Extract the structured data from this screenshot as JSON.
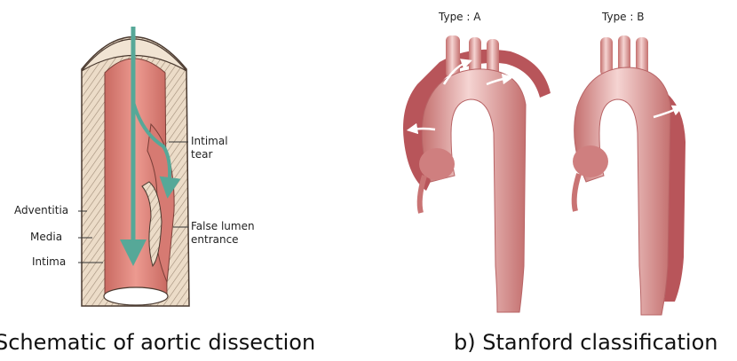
{
  "panel_a": {
    "caption": "Schematic of aortic dissection",
    "labels": {
      "adventitia": "Adventitia",
      "media": "Media",
      "intima": "Intima",
      "intimal_tear_line1": "Intimal",
      "intimal_tear_line2": "tear",
      "false_lumen_line1": "False lumen",
      "false_lumen_line2": "entrance"
    }
  },
  "panel_b": {
    "caption": "b) Stanford classification",
    "type_a": "Type : A",
    "type_b": "Type : B"
  },
  "colors": {
    "lumen": "#e58e86",
    "wall": "#ead9c6",
    "flow_arrow": "#56a898",
    "aorta": "#d98a88",
    "false_lumen": "#b8555a"
  }
}
